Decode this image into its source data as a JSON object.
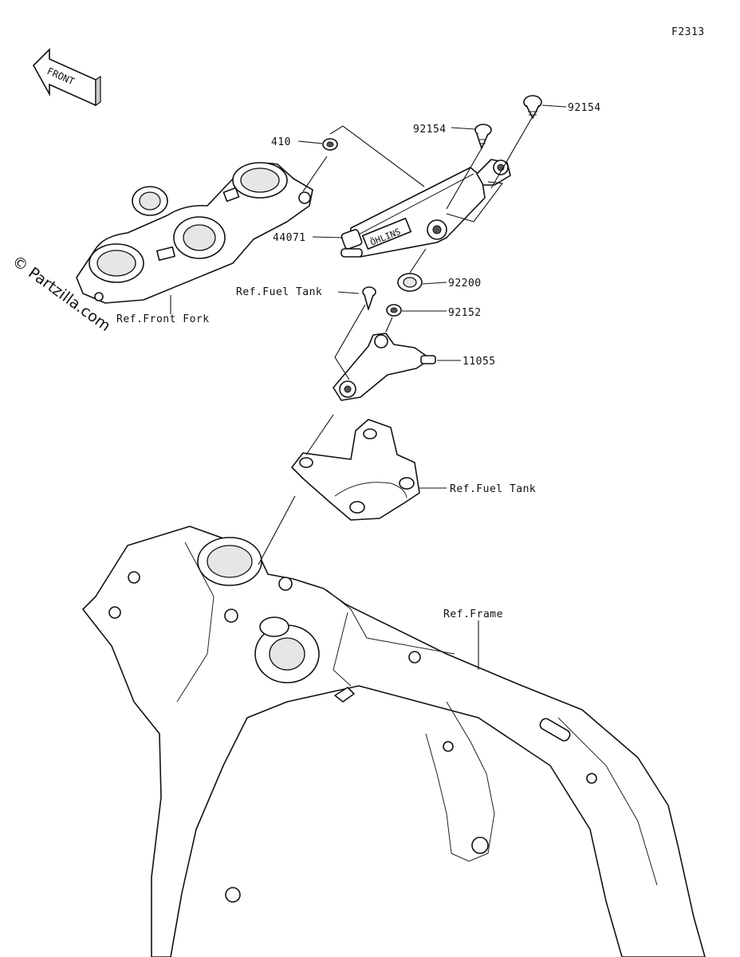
{
  "diagram_code": "F2313",
  "front_arrow_label": "FRONT",
  "watermark": "© Partzilla.com",
  "parts": {
    "p410": "410",
    "p44071": "44071",
    "p92154_top": "92154",
    "p92154_mid": "92154",
    "p92200": "92200",
    "p92152": "92152",
    "p11055": "11055"
  },
  "references": {
    "front_fork": "Ref.Front Fork",
    "fuel_tank_upper": "Ref.Fuel Tank",
    "fuel_tank_lower": "Ref.Fuel Tank",
    "frame": "Ref.Frame"
  },
  "damper_brand_text": "ÖHLINS"
}
